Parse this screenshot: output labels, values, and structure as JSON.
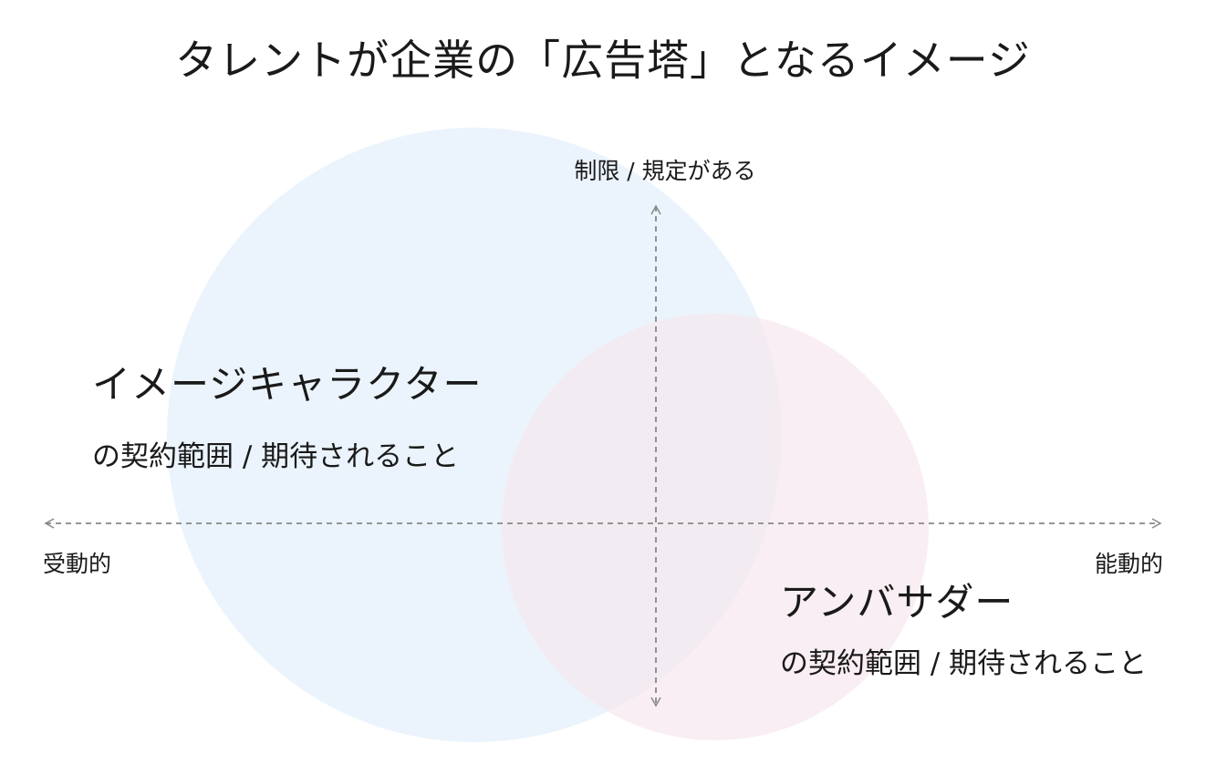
{
  "title": "タレントが企業の「広告塔」となるイメージ",
  "axes": {
    "top": "制限 / 規定がある",
    "left": "受動的",
    "right": "能動的"
  },
  "groups": [
    {
      "name": "イメージキャラクター",
      "subtitle": "の契約範囲 / 期待されること",
      "color": "#e8f3fc"
    },
    {
      "name": "アンバサダー",
      "subtitle": "の契約範囲 / 期待されること",
      "color": "#f6e6ee"
    }
  ],
  "colors": {
    "axis": "#888888",
    "text": "#1a1a1a"
  }
}
